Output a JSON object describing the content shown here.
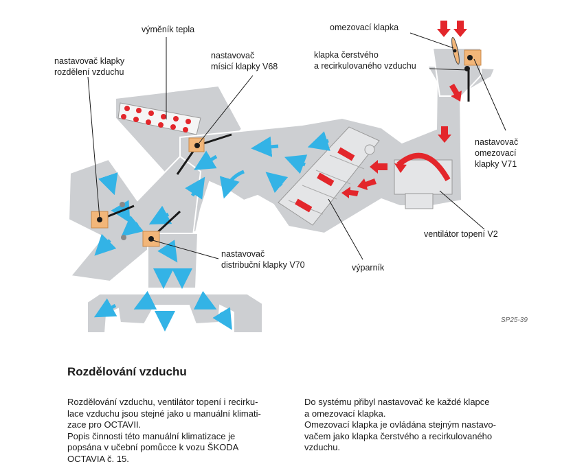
{
  "labels": {
    "heat_exchanger": "výměník tepla",
    "air_distribution_flap_actuator": [
      "nastavovač klapky",
      "rozdělení vzduchu"
    ],
    "mix_flap_actuator": [
      "nastavovač",
      "mísicí klapky V68"
    ],
    "restrictor_flap": "omezovací klapka",
    "fresh_recirc_flap": [
      "klapka čerstvého",
      "a recirkulovaného vzduchu"
    ],
    "restrictor_flap_actuator": [
      "nastavovač",
      "omezovací",
      "klapky V71"
    ],
    "heater_fan": "ventilátor topení V2",
    "distribution_flap_actuator": [
      "nastavovač",
      "distribuční klapky V70"
    ],
    "evaporator": "výparník",
    "figure_code": "SP25-39"
  },
  "section": {
    "title": "Rozdělování vzduchu",
    "left_paragraph": [
      "Rozdělování vzduchu, ventilátor topení i recirku-",
      "lace vzduchu jsou stejné jako u manuální klimati-",
      "zace pro OCTAVII.",
      "Popis činnosti této manuální klimatizace je",
      "popsána v učební pomůcce k vozu ŠKODA",
      "OCTAVIA č. 15."
    ],
    "right_paragraph": [
      "Do systému přibyl nastavovač ke každé klapce",
      "a omezovací klapka.",
      "Omezovací klapka je ovládána stejným nastavo-",
      "vačem jako klapka čerstvého a recirkulovaného",
      "vzduchu."
    ]
  },
  "colors": {
    "duct_fill": "#cdcfd2",
    "duct_stroke": "#ffffff",
    "cold_air_arrow": "#33b3e6",
    "warm_air_arrow": "#e3262b",
    "actuator": "#f2b679",
    "leader_line": "#1a1a1a"
  }
}
